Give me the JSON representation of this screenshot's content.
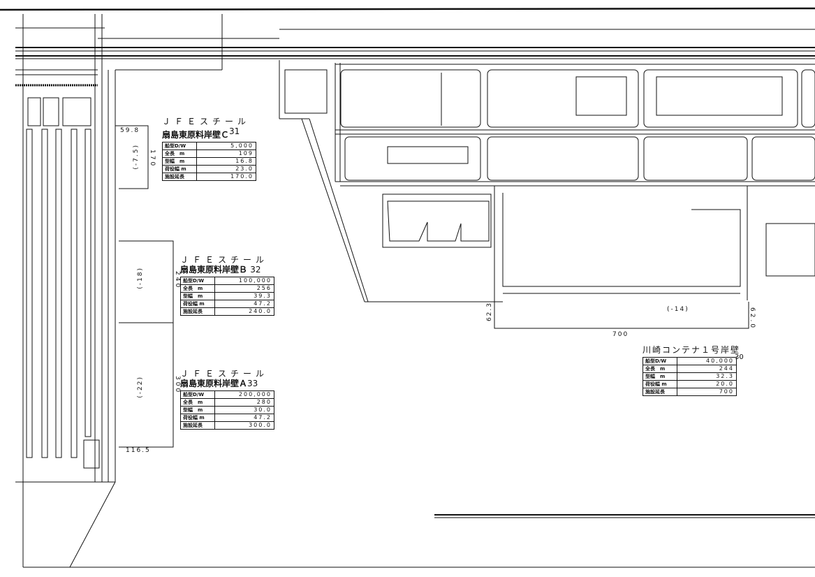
{
  "spec_labels": [
    "船型D/W",
    "全長　m",
    "型幅　m",
    "荷役幅 m",
    "施設延長"
  ],
  "berths": [
    {
      "company": "ＪＦＥスチール",
      "name": "扇島東原料岸壁Ｃ",
      "number": "31",
      "values": [
        "5,000",
        "109",
        "16.8",
        "23.0",
        "170.0"
      ],
      "length": "170",
      "depth": "(-7.5)",
      "offset": "59.8"
    },
    {
      "company": "ＪＦＥスチール",
      "name": "扇島東原料岸壁Ｂ",
      "number": "32",
      "values": [
        "100,000",
        "256",
        "39.3",
        "47.2",
        "240.0"
      ],
      "length": "240",
      "depth": "(-18)"
    },
    {
      "company": "ＪＦＥスチール",
      "name": "扇島東原料岸壁Ａ",
      "number": "33",
      "values": [
        "200,000",
        "280",
        "30.0",
        "47.2",
        "300.0"
      ],
      "length": "300",
      "depth": "(-22)",
      "offset": "116.5"
    },
    {
      "company": "",
      "name": "川崎コンテナ１号岸壁",
      "number": "30",
      "values": [
        "40,000",
        "244",
        "32.3",
        "20.0",
        "700"
      ],
      "length": "700",
      "depth": "(-14)",
      "left_width": "62.3",
      "right_width": "62.0"
    }
  ]
}
